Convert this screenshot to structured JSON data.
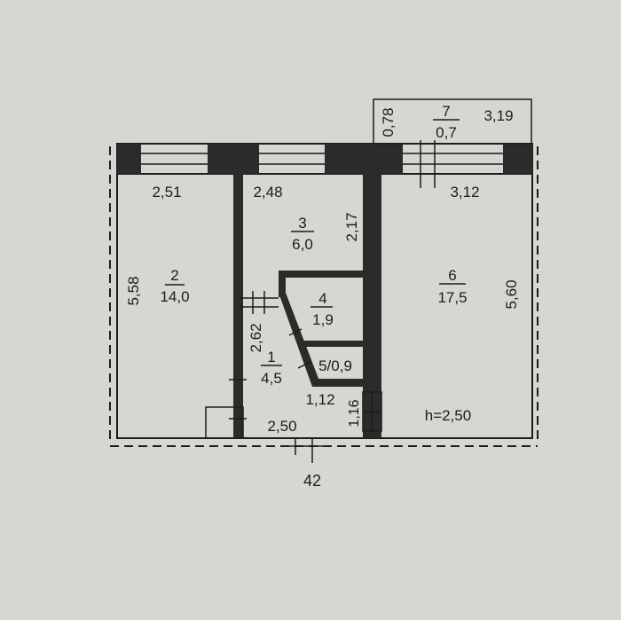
{
  "rooms": [
    {
      "id": "1",
      "number": "1",
      "area": "4,5"
    },
    {
      "id": "2",
      "number": "2",
      "area": "14,0"
    },
    {
      "id": "3",
      "number": "3",
      "area": "6,0"
    },
    {
      "id": "4",
      "number": "4",
      "area": "1,9"
    },
    {
      "id": "5",
      "label": "5/0,9"
    },
    {
      "id": "6",
      "number": "6",
      "area": "17,5"
    },
    {
      "id": "7",
      "number": "7",
      "area": "0,7"
    }
  ],
  "dimensions": {
    "room2_width": "2,51",
    "room3_width": "2,48",
    "room6_width": "3,12",
    "room3_depth": "2,17",
    "room2_depth": "5,58",
    "room6_depth": "5,60",
    "corridor_depth": "2,62",
    "corridor_width_top": "1,12",
    "corridor_width_bottom": "2,50",
    "niche": "1,16",
    "balcony_depth": "0,78",
    "balcony_width": "3,19"
  },
  "ceiling_height": "h=2,50",
  "axis_label": "42",
  "colors": {
    "background": "#d8d6d0",
    "wall": "#2b2b2b",
    "line": "#1c1c1c"
  }
}
